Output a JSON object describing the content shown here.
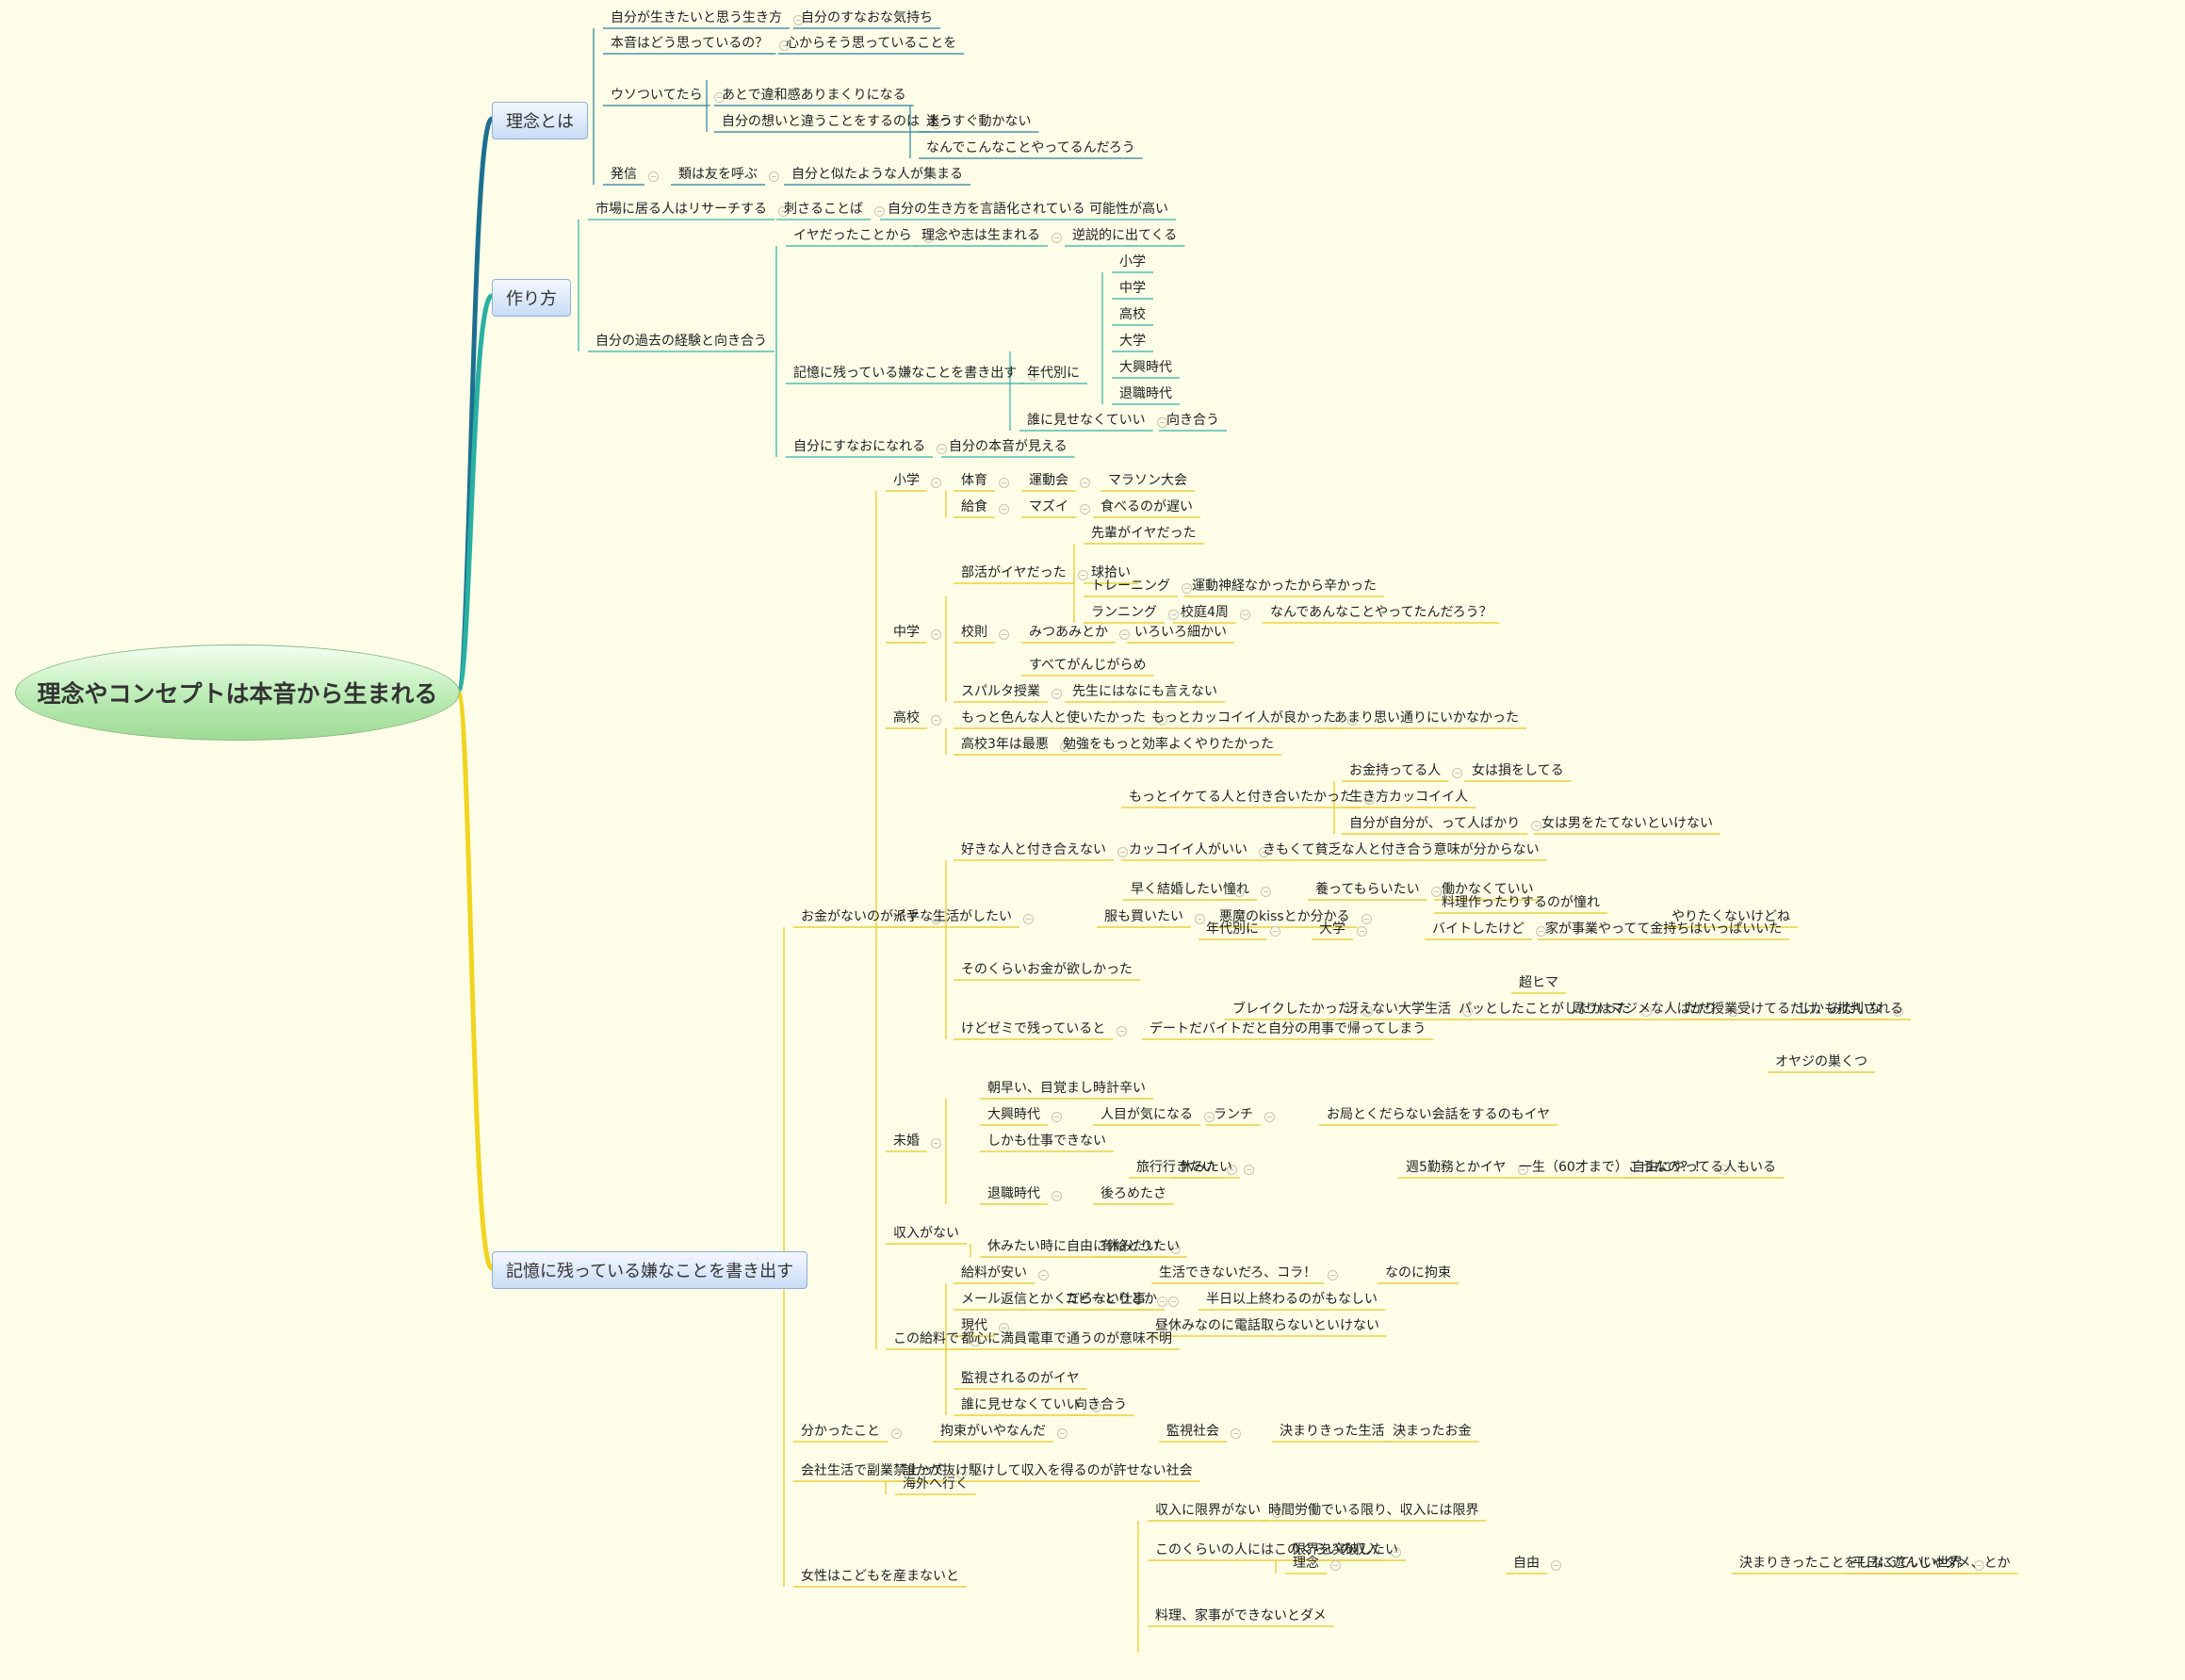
{
  "root_label": "理念やコンセプトは本音から生まれる",
  "main_topics": [
    {
      "label": "理念とは",
      "color": "#2a7f9c"
    },
    {
      "label": "作り方",
      "color": "#2fb3a6"
    },
    {
      "label": "記憶に残っている嫌なことを書き出す",
      "color": "#f0d41e"
    }
  ],
  "chains": [
    [
      0,
      "自分が生きたいと思う生き方",
      "自分のすなおな気持ち"
    ],
    [
      0,
      "本音はどう思っているの？",
      "心からそう思っていることを"
    ],
    [
      0,
      "ウソついてたら",
      "あとで違和感ありまくりになる"
    ],
    [
      0,
      "自分の想いと違うことをするのは",
      "迷う"
    ],
    [
      0,
      "まっすぐ動かない"
    ],
    [
      0,
      "なんでこんなことやってるんだろう"
    ],
    [
      0,
      "発信",
      "類は友を呼ぶ",
      "自分と似たような人が集まる"
    ],
    [
      1,
      "市場に居る人はリサーチする",
      "刺さることば",
      "自分の生き方を言語化されている 可能性が高い"
    ],
    [
      1,
      "イヤだったことから",
      "理念や志は生まれる",
      "逆説的に出てくる"
    ],
    [
      1,
      "小学"
    ],
    [
      1,
      "中学"
    ],
    [
      1,
      "高校"
    ],
    [
      1,
      "大学"
    ],
    [
      1,
      "大興時代"
    ],
    [
      1,
      "退職時代"
    ],
    [
      1,
      "自分の過去の経験と向き合う"
    ],
    [
      1,
      "記憶に残っている嫌なことを書き出す",
      "年代別に"
    ],
    [
      1,
      "誰に見せなくていい",
      "向き合う"
    ],
    [
      1,
      "自分にすなおになれる",
      "自分の本音が見える"
    ],
    [
      2,
      "小学",
      "体育",
      "運動会",
      "マラソン大会"
    ],
    [
      2,
      "給食",
      "マズイ",
      "食べるのが遅い"
    ],
    [
      2,
      "先輩がイヤだった"
    ],
    [
      2,
      "部活がイヤだった",
      "球拾い"
    ],
    [
      2,
      "トレーニング",
      "運動神経なかったから辛かった"
    ],
    [
      2,
      "ランニング",
      "校庭4周",
      "なんであんなことやってたんだろう？"
    ],
    [
      2,
      "中学",
      "校則",
      "みつあみとか",
      "いろいろ細かい"
    ],
    [
      2,
      "すべてがんじがらめ"
    ],
    [
      2,
      "スパルタ授業",
      "先生にはなにも言えない"
    ],
    [
      2,
      "高校",
      "もっと色んな人と使いたかった",
      "もっとカッコイイ人が良かった",
      "あまり思い通りにいかなかった"
    ],
    [
      2,
      "高校3年は最悪",
      "勉強をもっと効率よくやりたかった"
    ],
    [
      2,
      "お金持ってる人",
      "女は損をしてる"
    ],
    [
      2,
      "もっとイケてる人と付き合いたかった",
      "生き方カッコイイ人"
    ],
    [
      2,
      "自分が自分が、って人ばかり",
      "女は男をたてないといけない"
    ],
    [
      2,
      "好きな人と付き合えない",
      "カッコイイ人がいい",
      "きもくて貧乏な人と付き合う意味が分からない"
    ],
    [
      2,
      "早く結婚したい",
      "憧れ",
      "養ってもらいたい",
      "働かなくていい"
    ],
    [
      2,
      "料理作ったりするのが憧れ"
    ],
    [
      2,
      "年代別に",
      "大学",
      "バイトしたけど",
      "家が事業やってて金持ちはいっぱいいた"
    ],
    [
      2,
      "お金がないのがイヤ",
      "派手な生活がしたい",
      "服も買いたい",
      "悪魔のkissとか分かる",
      "やりたくないけどね"
    ],
    [
      2,
      "そのくらいお金が欲しかった"
    ],
    [
      2,
      "超ヒマ"
    ],
    [
      2,
      "ブレイクしたかった",
      "冴えない大学生活",
      "パッとしたことがしたかった",
      "周りはマジメな人ばかり",
      "ただ授業受けてるだけ、みたいな",
      "しかも批判される"
    ],
    [
      2,
      "けどゼミで残っていると",
      "デートだバイトだと自分の用事で帰ってしまう"
    ],
    [
      2,
      "オヤジの巣くつ"
    ],
    [
      2,
      "朝早い、目覚まし時計辛い"
    ],
    [
      2,
      "大興時代",
      "人目が気になる",
      "ランチ",
      "お局とくだらない会話をするのもイヤ"
    ],
    [
      2,
      "未婚",
      "しかも仕事できない"
    ],
    [
      2,
      "旅行行きたい",
      "休みたい",
      "週5勤務とかイヤ",
      "一生（60才まで）こうなの？！",
      "自由にやってる人もいる"
    ],
    [
      2,
      "退職時代",
      "後ろめたさ"
    ],
    [
      2,
      "収入がない"
    ],
    [
      2,
      "休みたい時に自由に休みたい",
      "有給とりたい"
    ],
    [
      2,
      "給料が安い",
      "生活できないだろ、コラ！",
      "なのに拘束"
    ],
    [
      2,
      "メール返信とかくだらない仕事",
      "コピーとりとか",
      "半日以上終わるのがもなしい"
    ],
    [
      2,
      "現代",
      "昼休みなのに電話取らないといけない"
    ],
    [
      2,
      "この給料で",
      "都心に満員電車で通うのが意味不明"
    ],
    [
      2,
      "監視されるのがイヤ"
    ],
    [
      2,
      "誰に見せなくていい",
      "向き合う"
    ],
    [
      2,
      "分かったこと",
      "拘束がいやなんだ",
      "監視社会",
      "決まりきった生活",
      "決まったお金"
    ],
    [
      2,
      "会社生活で副業禁止って",
      "誰かが抜け駆けして収入を得るのが許せない社会"
    ],
    [
      2,
      "海外へ行く"
    ],
    [
      2,
      "収入に限界がない",
      "時間労働でいる限り、収入には限界"
    ],
    [
      2,
      "このくらいの人にはこのくらいの収入",
      "限界を突破したい"
    ],
    [
      2,
      "理念",
      "自由",
      "決まりきったことをしなくていい世界",
      "平日に遊んじゃダメ、とか"
    ],
    [
      2,
      "女性はこどもを産まないと"
    ],
    [
      2,
      "料理、家事ができないとダメ"
    ]
  ]
}
